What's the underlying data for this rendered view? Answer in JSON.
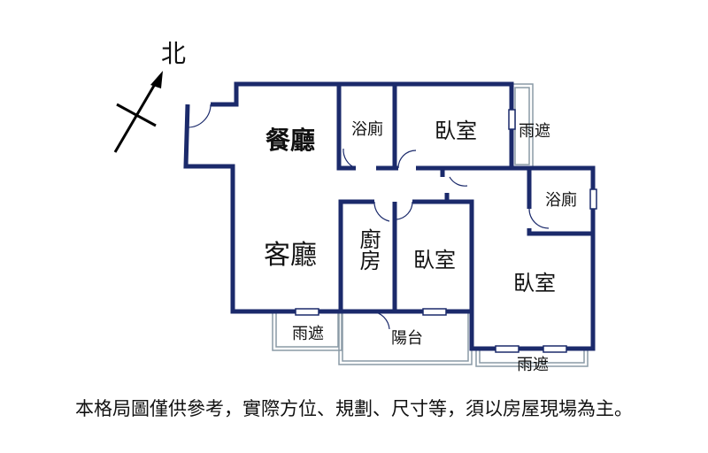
{
  "compass": {
    "label": "北"
  },
  "rooms": {
    "dining": "餐廳",
    "living": "客廳",
    "kitchen": "廚房",
    "bath_top": "浴廁",
    "bath_right": "浴廁",
    "bedroom_top": "臥室",
    "bedroom_mid": "臥室",
    "bedroom_right": "臥室",
    "balcony": "陽台",
    "awning_right_top": "雨遮",
    "awning_bottom_left": "雨遮",
    "awning_bottom_right": "雨遮"
  },
  "disclaimer": "本格局圖僅供參考，實際方位、規劃、尺寸等，須以房屋現場為主。",
  "colors": {
    "wall": "#1b2a6b",
    "outline": "#8a9aa6"
  }
}
